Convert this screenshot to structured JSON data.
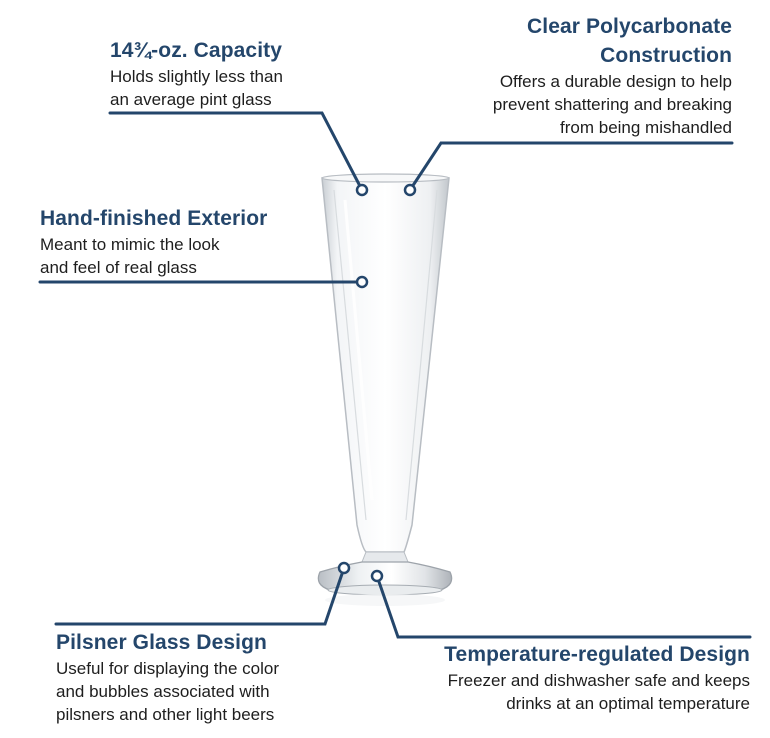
{
  "colors": {
    "accent": "#24466b",
    "text": "#1e1e1e",
    "background": "#ffffff"
  },
  "callouts": {
    "capacity": {
      "title": "14¾-oz. Capacity",
      "lines": [
        "Holds slightly less than",
        "an average pint glass"
      ]
    },
    "clear": {
      "title_lines": [
        "Clear Polycarbonate",
        "Construction"
      ],
      "lines": [
        "Offers a durable design to help",
        "prevent shattering and breaking",
        "from being mishandled"
      ]
    },
    "hand": {
      "title": "Hand-finished Exterior",
      "lines": [
        "Meant to mimic the look",
        "and feel of real glass"
      ]
    },
    "pilsner": {
      "title": "Pilsner Glass Design",
      "lines": [
        "Useful for displaying the color",
        "and bubbles associated with",
        "pilsners and other light beers"
      ]
    },
    "temperature": {
      "title": "Temperature-regulated Design",
      "lines": [
        "Freezer and dishwasher safe and keeps",
        "drinks at an optimal temperature"
      ]
    }
  }
}
